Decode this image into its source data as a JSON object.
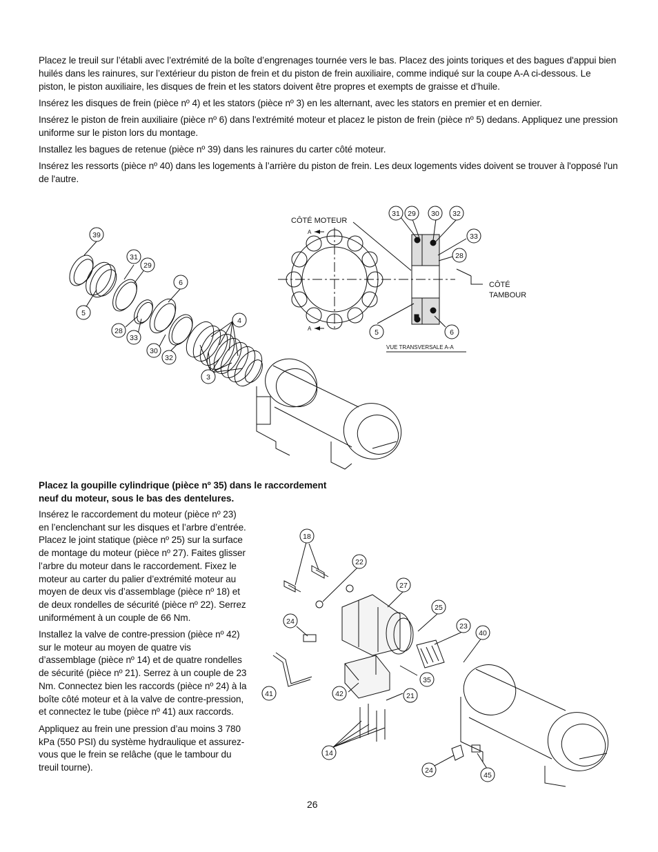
{
  "instructions": {
    "p1": "Placez le treuil sur l’établi avec l’extrémité de la boîte d’engrenages tournée vers le bas. Placez des joints toriques et des bagues d'appui bien huilés dans les rainures, sur l’extérieur du piston de frein et du piston de frein auxiliaire, comme indiqué sur la coupe A-A ci-dessous. Le piston, le piston auxiliaire, les disques de frein et les stators doivent être propres et exempts de graisse et d’huile.",
    "p2": "Insérez les disques de frein (pièce nº 4) et les stators (pièce nº 3) en les alternant, avec les stators en premier et en dernier.",
    "p3": "Insérez le piston de frein auxiliaire (pièce nº 6) dans l'extrémité moteur et placez le piston de frein (pièce nº 5) dedans. Appliquez une pression uniforme sur le piston lors du montage.",
    "p4": "Installez les bagues de retenue (pièce nº 39) dans les rainures du carter côté moteur.",
    "p5": "Insérez les ressorts (pièce nº 40) dans les logements à l’arrière du piston de frein. Les deux logements vides doivent se trouver à l'opposé l'un de l'autre."
  },
  "section2": {
    "heading": "Placez la goupille cylindrique (pièce nº 35) dans le raccordement neuf du moteur, sous le bas des dentelures.",
    "p1": "Insérez le raccordement du moteur (pièce nº 23) en l’enclenchant sur les disques et l’arbre d’entrée. Placez le joint statique (pièce nº 25) sur la surface de montage du moteur (pièce nº 27). Faites glisser l’arbre du moteur dans le raccordement. Fixez le moteur au carter du palier d’extrémité moteur au moyen de deux vis d’assemblage (pièce nº 18) et de deux rondelles de sécurité (pièce nº 22). Serrez uniformément à un couple de 66 Nm.",
    "p2": "Installez la valve de contre-pression (pièce nº 42) sur le moteur au moyen de quatre vis d’assemblage (pièce nº 14) et de quatre rondelles de sécurité (pièce nº 21). Serrez à un couple de 23 Nm. Connectez bien les raccords (pièce nº 24) à la boîte côté moteur et à la valve de contre-pression, et connectez le tube (pièce nº 41) aux raccords.",
    "p3": "Appliquez au frein une pression d’au moins 3 780 kPa (550 PSI) du système hydraulique et assurez-vous que le frein se relâche (que le tambour du treuil tourne)."
  },
  "figure1": {
    "label_cote_moteur": "CÔTÉ MOTEUR",
    "label_cote_tambour_1": "CÔTÉ",
    "label_cote_tambour_2": "TAMBOUR",
    "label_section": "VUE TRANSVERSALE A-A",
    "label_a_top": "A",
    "label_a_bottom": "A",
    "callouts": {
      "c39": "39",
      "c31": "31",
      "c29": "29",
      "c6": "6",
      "c5": "5",
      "c4": "4",
      "c28": "28",
      "c33": "33",
      "c30": "30",
      "c32": "32",
      "c3": "3",
      "s31": "31",
      "s29": "29",
      "s30": "30",
      "s32": "32",
      "s33": "33",
      "s28": "28",
      "s5": "5",
      "s6": "6"
    }
  },
  "figure2": {
    "callouts": {
      "c18": "18",
      "c22": "22",
      "c27": "27",
      "c25": "25",
      "c24a": "24",
      "c23": "23",
      "c40": "40",
      "c35": "35",
      "c41": "41",
      "c42": "42",
      "c21": "21",
      "c14": "14",
      "c24b": "24",
      "c45": "45"
    }
  },
  "page_number": "26"
}
